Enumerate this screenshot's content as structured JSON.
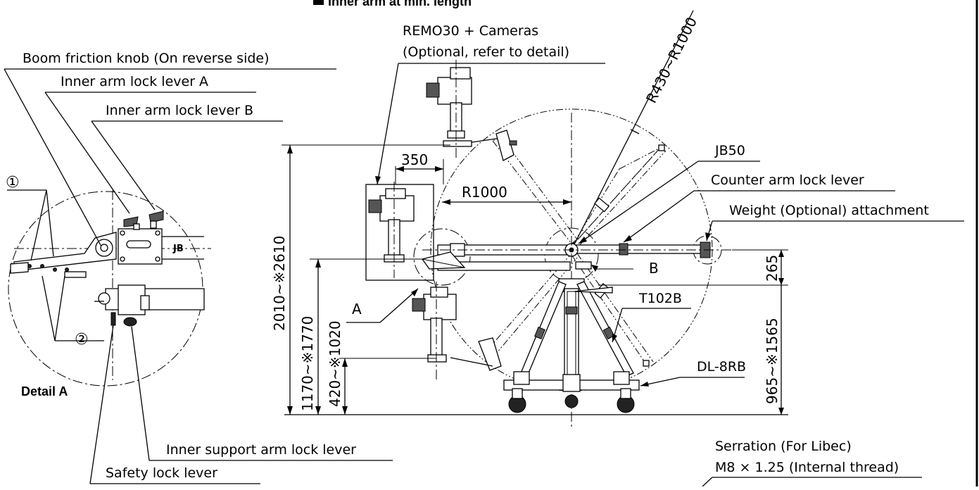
{
  "header": {
    "note": "Inner arm at min. length"
  },
  "labels": {
    "remo_line1": "REMO30 + Cameras",
    "remo_line2": "(Optional, refer to detail)",
    "boom_friction": "Boom friction knob (On reverse side)",
    "inner_lock_a": "Inner arm lock lever A",
    "inner_lock_b": "Inner arm lock lever B",
    "jb50": "JB50",
    "counter_lock": "Counter arm lock lever",
    "weight": "Weight (Optional) attachment",
    "t102b": "T102B",
    "dl8rb": "DL-8RB",
    "inner_support": "Inner support arm lock lever",
    "safety": "Safety lock lever",
    "serration_line1": "Serration (For Libec)",
    "serration_line2": "M8 × 1.25 (Internal thread)",
    "detail_a": "Detail A",
    "callout_a": "A",
    "callout_b": "B",
    "circle_1": "①",
    "circle_2": "②",
    "arm_brand": "JB"
  },
  "dimensions": {
    "radius_range": "R430~R1000",
    "r1000": "R1000",
    "d350": "350",
    "height_total": "2010~※2610",
    "height_mid": "1170~※1770",
    "height_low": "420~※1020",
    "d265": "265",
    "height_right": "965~※1565"
  }
}
